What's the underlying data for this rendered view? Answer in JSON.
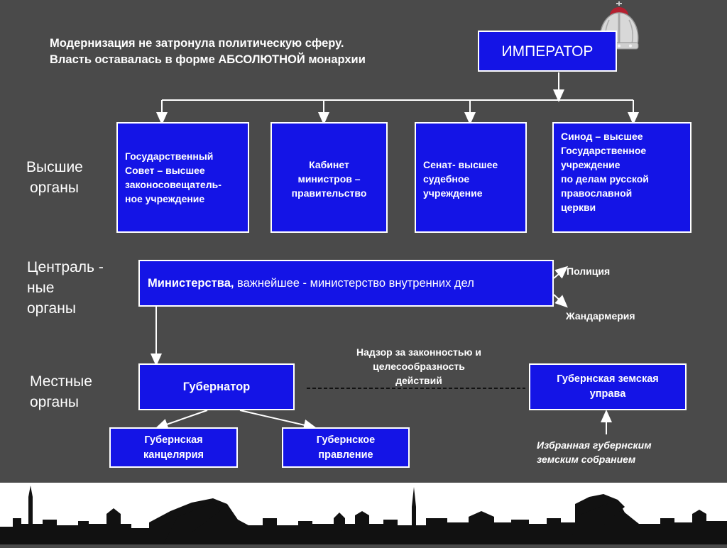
{
  "heading": {
    "line1": "Модернизация не затронула политическую сферу.",
    "line2": "Власть оставалась в форме АБСОЛЮТНОЙ монархии"
  },
  "emperor": {
    "label": "ИМПЕРАТОР"
  },
  "levels": {
    "higher": {
      "line1": "Высшие",
      "line2": "органы"
    },
    "central": {
      "line1": "Централь -",
      "line2": "ные",
      "line3": "органы"
    },
    "local": {
      "line1": "Местные",
      "line2": "органы"
    }
  },
  "higher_bodies": [
    {
      "lines": [
        "Государственный",
        "Совет – высшее",
        "законосовещатель-",
        "ное учреждение"
      ]
    },
    {
      "lines": [
        "Кабинет",
        "министров –",
        "правительство"
      ]
    },
    {
      "lines": [
        "Сенат- высшее",
        "судебное",
        "учреждение"
      ]
    },
    {
      "lines": [
        "Синод – высшее",
        "Государственное",
        "учреждение",
        "по делам русской",
        "православной",
        "церкви"
      ]
    }
  ],
  "ministries": {
    "bold": "Министерства,",
    "rest": " важнейшее - министерство внутренних дел"
  },
  "police": "Полиция",
  "gendarmerie": "Жандармерия",
  "governor": "Губернатор",
  "supervision": {
    "line1": "Надзор за законностью и",
    "line2": "целесообразность",
    "line3": "действий"
  },
  "zemstvo_board": {
    "line1": "Губернская земская",
    "line2": "управа"
  },
  "chancellery": {
    "line1": "Губернская",
    "line2": "канцелярия"
  },
  "administration": {
    "line1": "Губернское",
    "line2": "правление"
  },
  "elected_note": {
    "line1": "Избранная губернским",
    "line2": "земским собранием"
  },
  "colors": {
    "box_fill": "#1414e6",
    "background": "#4a4a4a",
    "text": "#ffffff"
  },
  "icons": {
    "crown": "imperial-crown-icon",
    "skyline": "city-skyline-silhouette"
  }
}
